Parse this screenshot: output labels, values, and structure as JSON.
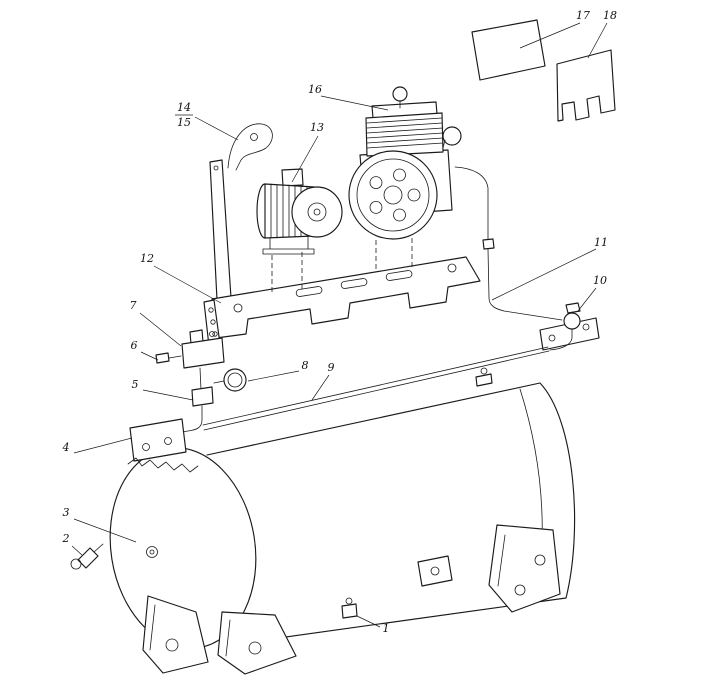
{
  "page": {
    "background_color": "#ffffff",
    "ink_color": "#1b1b1b"
  },
  "diagram": {
    "type": "exploded-parts-line-drawing",
    "callouts": [
      "1",
      "2",
      "3",
      "4",
      "5",
      "6",
      "7",
      "8",
      "9",
      "10",
      "11",
      "12",
      "13",
      "14",
      "15",
      "16",
      "17",
      "18"
    ]
  }
}
